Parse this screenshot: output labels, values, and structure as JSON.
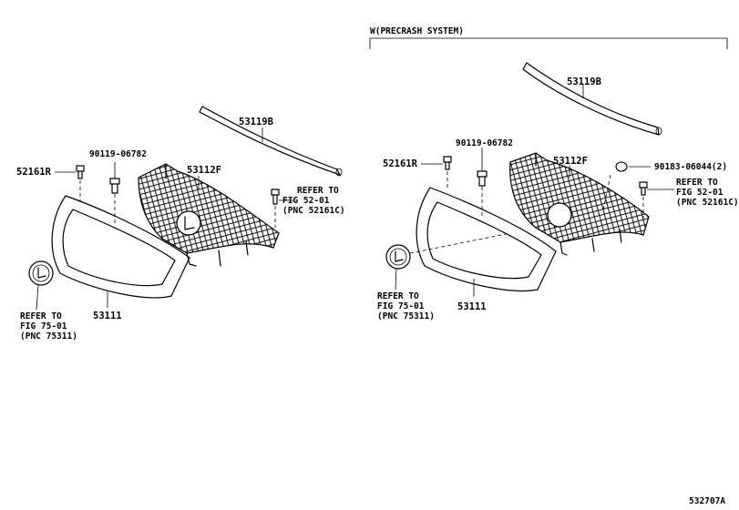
{
  "diagram": {
    "variant_label": "W(PRECRASH SYSTEM)",
    "figure_code": "532707A"
  },
  "left": {
    "p53119B": "53119B",
    "p90119": "90119-06782",
    "p52161R": "52161R",
    "p53112F": "53112F",
    "refer52": [
      "REFER TO",
      "FIG 52-01",
      "(PNC 52161C)"
    ],
    "refer75": [
      "REFER TO",
      "FIG 75-01",
      "(PNC 75311)"
    ],
    "p53111": "53111"
  },
  "right": {
    "p53119B": "53119B",
    "p90119": "90119-06782",
    "p52161R": "52161R",
    "p53112F": "53112F",
    "p90183": "90183-06044(2)",
    "refer52": [
      "REFER TO",
      "FIG 52-01",
      "(PNC 52161C)"
    ],
    "refer75": [
      "REFER TO",
      "FIG 75-01",
      "(PNC 75311)"
    ],
    "p53111": "53111"
  }
}
